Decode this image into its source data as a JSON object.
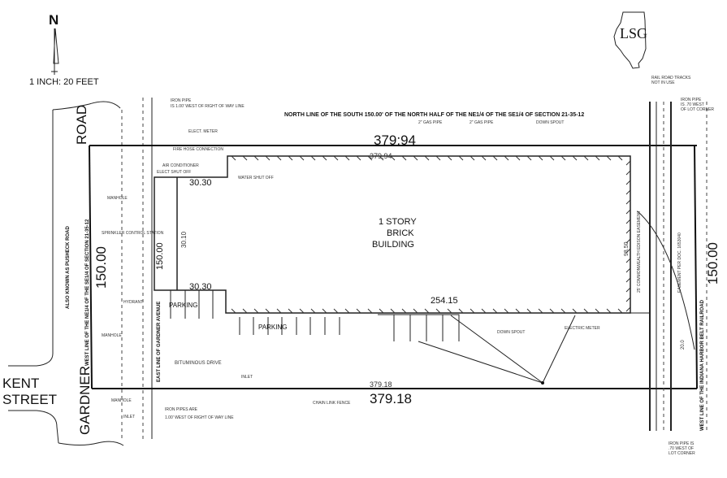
{
  "scale": "1 INCH: 20 FEET",
  "north": "N",
  "logo": "LSG",
  "north_line": "NORTH LINE OF THE SOUTH 150.00' OF THE NORTH  HALF OF THE NE1/4  OF THE SE1/4 OF SECTION 21-35-12",
  "dimensions": {
    "north_outer": "379:94",
    "north_inner": "379.94",
    "south_outer": "379.18",
    "south_inner": "379.18",
    "west": "150.00",
    "east": "150.00",
    "inner_west": "150.00",
    "bldg_top_step": "30.30",
    "bldg_bottom_step": "30.30",
    "bldg_west": "30.10",
    "bldg_south": "254.15",
    "bldg_east": "98.50",
    "easement_width": "20.0"
  },
  "streets": {
    "road": "ROAD",
    "gardner": "GARDNER",
    "kent_1": "KENT",
    "kent_2": "STREET",
    "also_known": "ALSO KNOWN AS PUSHECK ROAD",
    "west_line": "WEST LINE OF THE NE1/4 OF THE SE1/4 OF SECTION 21-35-12",
    "east_line": "EAST LINE OF GARDNER AVENUE",
    "railroad_line": "WEST LINE OF THE INDIANA HARBOR BELT RAILROAD"
  },
  "building": {
    "line1": "1    STORY",
    "line2": "BRICK",
    "line3": "BUILDING"
  },
  "labels": {
    "iron_pipe_nw_1": "IRON PIPE",
    "iron_pipe_nw_2": "IS 1.00' WEST OF RIGHT OF WAY LINE",
    "rail_tracks_1": "RAIL ROAD TRACKS",
    "rail_tracks_2": "NOT IN USE",
    "iron_pipe_ne_1": "IRON PIPE",
    "iron_pipe_ne_2": "IS .70 WEST",
    "iron_pipe_ne_3": "OF LOT CORNER",
    "iron_pipe_se_1": "IRON PIPE IS",
    "iron_pipe_se_2": ".70 WEST OF",
    "iron_pipe_se_3": "LOT CORNER",
    "sw_note_1": "IRON PIPES ARE",
    "sw_note_2": "1.00' WEST OF RIGHT OF WAY LINE",
    "gas_pipe_1": "2\" GAS PIPE",
    "gas_pipe_2": "2\" GAS PIPE",
    "down_spout": "DOWN SPOUT",
    "elect_meter": "ELECT. METER",
    "fire_hose": "FIRE HOSE CONNECTION",
    "air_conditioner": "AIR CONDITIONER",
    "elect_shut_off": "ELECT SHUT OFF",
    "water_shut_off": "WATER SHUT OFF",
    "manhole_1": "MANHOLE",
    "manhole_2": "MANHOLE",
    "manhole_3": "MANHOLE",
    "hydrant": "HYDRANT",
    "sprinkler": "SPRINKLER CONTROL STATION",
    "parking_1": "PARKING",
    "parking_2": "PARKING",
    "bituminous": "BITUMINOUS DRIVE",
    "inlet_1": "INLET",
    "inlet_2": "INLET",
    "electric_meter": "ELECTRIC METER",
    "down_spout_2": "DOWN SPOUT",
    "edison_easement": "25' COMMONWEALTH EDISON EASEMENT",
    "easement_doc": "EASEMENT PER DOC. 1653040",
    "chain_fence": "CHAIN LINK FENCE"
  }
}
